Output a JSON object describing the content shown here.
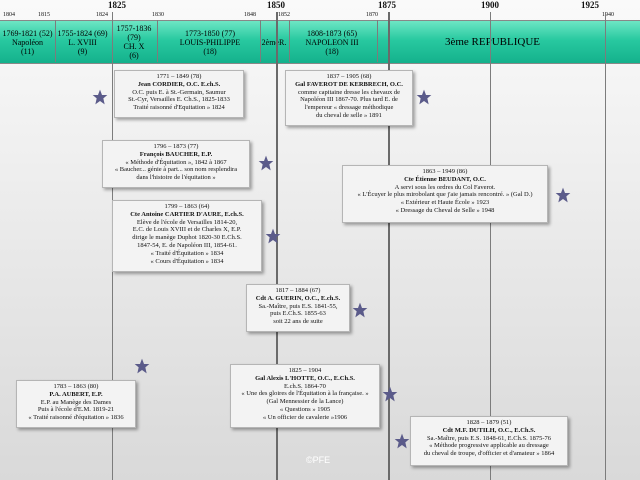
{
  "timeline": {
    "major_years": [
      "1825",
      "1850",
      "1875",
      "1900",
      "1925"
    ],
    "minor_years": [
      "1804",
      "1815",
      "1824",
      "1830",
      "1848",
      "1852",
      "1870",
      "1940"
    ]
  },
  "regimes": [
    {
      "line1": "1769-1821 (52)",
      "line2": "Napoléon",
      "line3": "(11)"
    },
    {
      "line1": "1755-1824 (69)",
      "line2": "L. XVIII",
      "line3": "(9)"
    },
    {
      "line1": "1757-1836",
      "line2": "(79)",
      "line3": "CH. X",
      "line4": "(6)"
    },
    {
      "line1": "1773-1850 (77)",
      "line2": "LOUIS-PHILIPPE",
      "line3": "(18)"
    },
    {
      "line1": "2èmeR."
    },
    {
      "line1": "1808-1873 (65)",
      "line2": "NAPOLEON III",
      "line3": "(18)"
    },
    {
      "line1": "3ème REPUBLIQUE"
    }
  ],
  "cards": [
    {
      "dates": "1771 – 1849 (78)",
      "name": "Jean CORDIER, O.C. E.ch.S.",
      "lines": [
        "O.C. puis E. à St.-Germain, Saumur",
        "St.-Cyr, Versailles E. Ch.S., 1825-1833",
        "Traité raisonné d'Equitation » 1824"
      ]
    },
    {
      "dates": "1796 – 1873 (77)",
      "name": "François BAUCHER, E.P.",
      "lines": [
        "« Méthode d'Équitation », 1842 à 1867",
        "« Baucher... génie à part... son nom resplendira",
        "dans l'histoire de l'équitation »"
      ]
    },
    {
      "dates": "1799 – 1863 (64)",
      "name": "Cte Antoine CARTIER D'AURE, E.ch.S.",
      "lines": [
        "Elève de l'école de Versailles 1814-20,",
        "E.C. de Louis XVIII et de Charles X, E.P.",
        "dirige le manège Duphot 1820-30 E.Ch.S.",
        "1847-54, E. de Napoléon III, 1854-61.",
        "« Traité d'Équitation » 1834",
        "« Cours d'Équitation » 1834"
      ]
    },
    {
      "dates": "1817 – 1884 (67)",
      "name": "Cdt A. GUERIN, O.C., E.ch.S.",
      "lines": [
        "Sa.-Maître, puis E.S. 1841-55,",
        "puis E.Ch.S. 1855-63",
        "soit 22 ans de suite"
      ]
    },
    {
      "dates": "1783 – 1863 (80)",
      "name": "P.A. AUBERT, E.P.",
      "lines": [
        "E.P. au Manège des Dames",
        "Puis à l'école d'E.M. 1819-21",
        "« Traité raisonné d'équitation » 1836"
      ]
    },
    {
      "dates": "1825 – 1904",
      "name": "Gal Alexis L'HOTTE, O.C., E.Ch.S.",
      "lines": [
        "E.ch.S. 1864-70",
        "« Une des gloires de l'Équitation à la française. »",
        "(Gal Mennessier de la Lance)",
        "« Questions » 1905",
        "« Un officier de cavalerie »1906"
      ]
    },
    {
      "dates": "1837 – 1905 (68)",
      "name": "Gal FAVEROT DE KERBRECH, O.C.",
      "lines": [
        "comme capitaine dresse les chevaux de",
        "Napoléon III 1867-70. Plus tard E. de",
        "l'empereur « dressage méthodique",
        "du cheval de selle » 1891"
      ]
    },
    {
      "dates": "1863 – 1949 (86)",
      "name": "Cte Étienne BEUDANT, O.C.",
      "lines": [
        "A servi sous les ordres du Col Faverot.",
        "« L'Écuyer le plus mirobolant que j'aie jamais rencontré. » (Gal D.)",
        "« Extérieur et Haute École » 1923",
        "« Dressage du Cheval de Selle » 1948"
      ]
    },
    {
      "dates": "1828 – 1879 (51)",
      "name": "Cdt M.F. DUTILH, O.C., E.Ch.S.",
      "lines": [
        "Sa.-Maître, puis E.S. 1848-61, E.Ch.S. 1875-76",
        "« Méthode progressive applicable au dressage",
        "du cheval de troupe, d'officier et d'amateur » 1864"
      ]
    }
  ],
  "copyright": "©PFE",
  "colors": {
    "band": "#28c9a0",
    "star": "#5b5b8a",
    "card_bg": "#f3f3f3"
  }
}
